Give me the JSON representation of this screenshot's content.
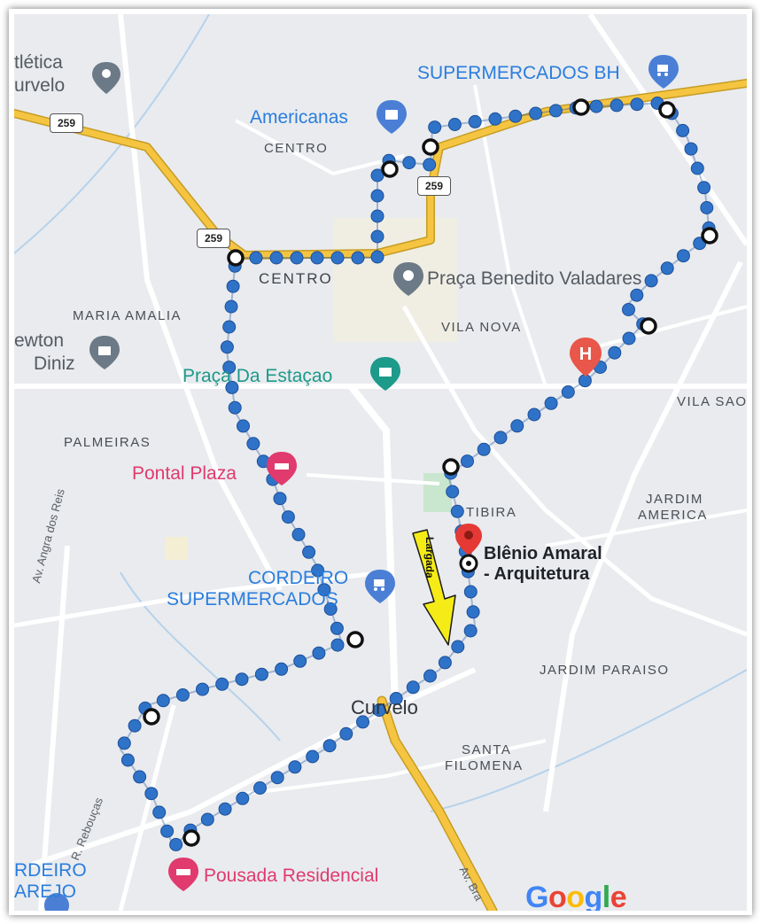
{
  "map": {
    "route_name": "Largada",
    "destination": {
      "name_line1": "Blênio Amaral",
      "name_line2": "- Arquitetura"
    },
    "highway_shields": [
      "259",
      "259",
      "259"
    ],
    "areas": [
      "CENTRO",
      "CENTRO",
      "VILA NOVA",
      "MARIA AMALIA",
      "PALMEIRAS",
      "TIBIRA",
      "JARDIM",
      "AMERICA",
      "VILA SAO",
      "JARDIM PARAISO",
      "SANTA",
      "FILOMENA"
    ],
    "pois": {
      "atletica_1": "tlética",
      "atletica_2": "urvelo",
      "supermercados_bh": "SUPERMERCADOS BH",
      "americanas": "Americanas",
      "praca_benedito": "Praça Benedito Valadares",
      "newton_1": "ewton",
      "newton_2": "Diniz",
      "praca_estacao": "Praça Da Estaçao",
      "pontal_plaza": "Pontal Plaza",
      "cordeiro_1": "CORDEIRO",
      "cordeiro_2": "SUPERMERCADOS",
      "pousada": "Pousada Residencial",
      "cordeiro_varejo_1": "RDEIRO",
      "cordeiro_varejo_2": "AREJO"
    },
    "city": "Curvelo",
    "streets": {
      "angra": "Av. Angra dos Reis",
      "reboucas": "R. Rebouças",
      "brasil": "Av. Bra"
    },
    "attribution": "Google",
    "colors": {
      "route": "#2f73c8",
      "highway": "#f5c542",
      "hospital": "#e8574a",
      "destination_pin": "#e53935"
    }
  }
}
